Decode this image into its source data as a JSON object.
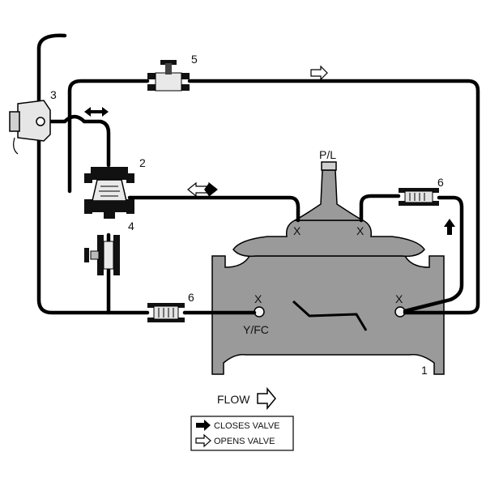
{
  "labels": {
    "component_1": "1",
    "component_2": "2",
    "component_3": "3",
    "component_4": "4",
    "component_5": "5",
    "component_6_top": "6",
    "component_6_bottom": "6",
    "port_pl": "P/L",
    "port_yfc": "Y/FC",
    "port_x_left_top": "X",
    "port_x_right_top": "X",
    "port_x_inlet": "X",
    "port_x_outlet": "X",
    "flow": "FLOW"
  },
  "legend": {
    "closes": "CLOSES VALVE",
    "opens": "OPENS VALVE"
  }
}
